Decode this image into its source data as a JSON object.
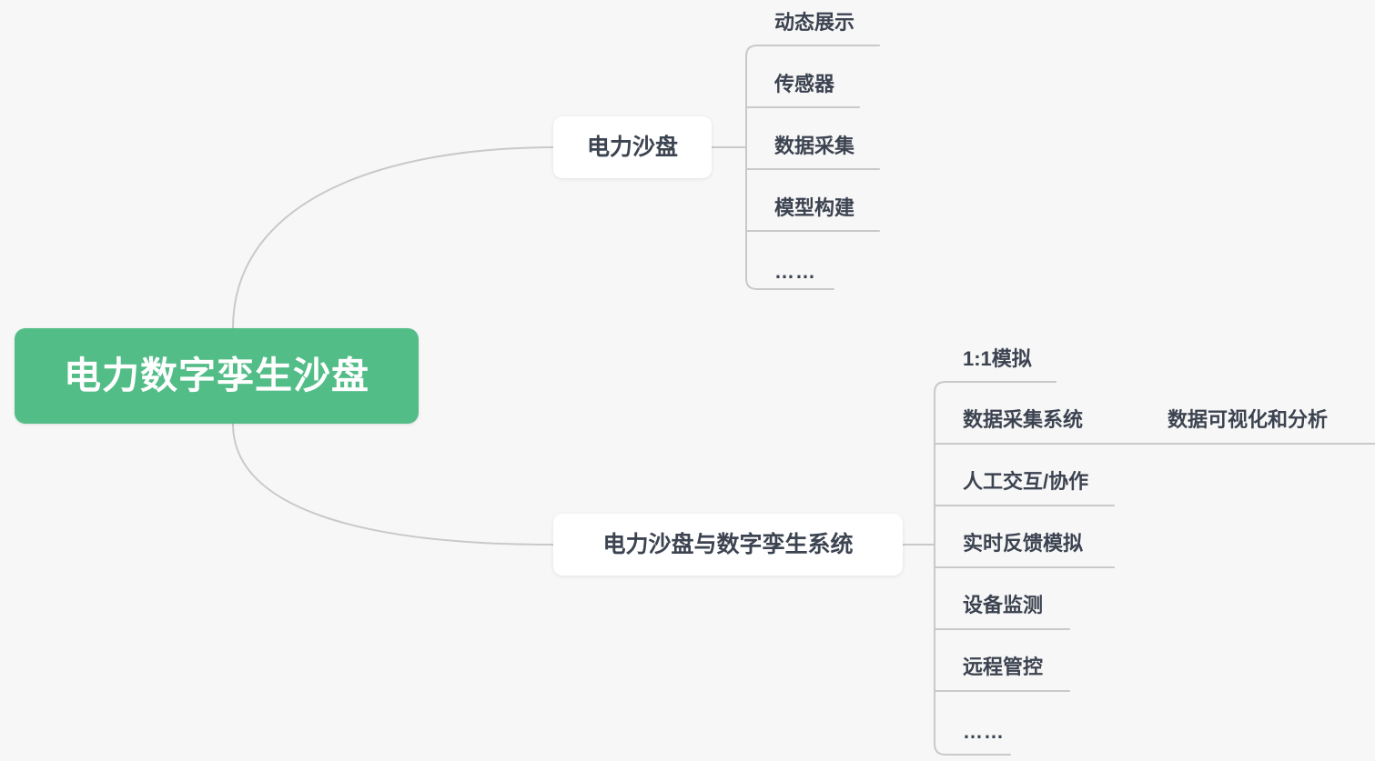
{
  "chart_data": {
    "type": "diagram",
    "diagram_type": "mindmap",
    "title": "电力数字孪生沙盘",
    "root": "电力数字孪生沙盘",
    "branches": [
      {
        "label": "电力沙盘",
        "children": [
          "动态展示",
          "传感器",
          "数据采集",
          "模型构建",
          "……"
        ]
      },
      {
        "label": "电力沙盘与数字孪生系统",
        "children": [
          "1:1模拟",
          "数据采集系统",
          "人工交互/协作",
          "实时反馈模拟",
          "设备监测",
          "远程管控",
          "……"
        ]
      }
    ],
    "grandchildren": [
      {
        "parent": "数据采集系统",
        "children": [
          "数据可视化和分析"
        ]
      }
    ]
  },
  "colors": {
    "background": "#f7f7f7",
    "root_fill": "#53bd88",
    "root_text": "#ffffff",
    "node_fill": "#ffffff",
    "node_text": "#3d4451",
    "leaf_text": "#3c4350",
    "edge": "#c9c9c9"
  },
  "root": {
    "label": "电力数字孪生沙盘"
  },
  "branches": {
    "top": {
      "label": "电力沙盘",
      "leaves": [
        {
          "label": "动态展示"
        },
        {
          "label": "传感器"
        },
        {
          "label": "数据采集"
        },
        {
          "label": "模型构建"
        },
        {
          "label": "……"
        }
      ]
    },
    "bottom": {
      "label": "电力沙盘与数字孪生系统",
      "leaves": [
        {
          "label": "1:1模拟"
        },
        {
          "label": "数据采集系统"
        },
        {
          "label": "人工交互/协作"
        },
        {
          "label": "实时反馈模拟"
        },
        {
          "label": "设备监测"
        },
        {
          "label": "远程管控"
        },
        {
          "label": "……"
        }
      ],
      "sub_leaves": [
        {
          "label": "数据可视化和分析"
        }
      ]
    }
  }
}
